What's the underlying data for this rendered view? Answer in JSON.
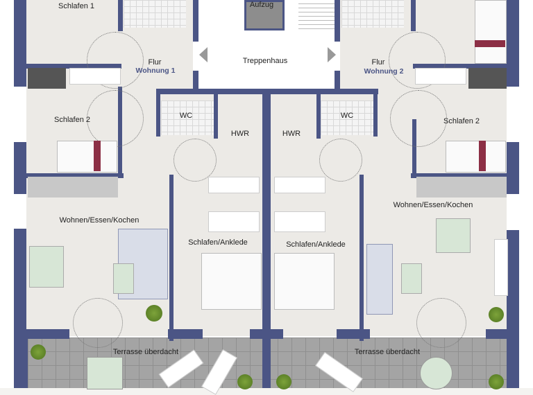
{
  "colors": {
    "wall": "#4b5585",
    "floor": "#eceae6",
    "terrace": "#a4a4a4",
    "bedding": "#8c2f45"
  },
  "rooms": {
    "schlafen1": "Schlafen 1",
    "aufzug": "Aufzug",
    "treppenhaus": "Treppenhaus",
    "flur_left": "Flur",
    "wohnung1": "Wohnung 1",
    "flur_right": "Flur",
    "wohnung2": "Wohnung 2",
    "wc_left": "WC",
    "wc_right": "WC",
    "hwr_left": "HWR",
    "hwr_right": "HWR",
    "schlafen2_left": "Schlafen 2",
    "schlafen2_right": "Schlafen 2",
    "wek_left": "Wohnen/Essen/Kochen",
    "wek_right": "Wohnen/Essen/Kochen",
    "anklede_left": "Schlafen/Anklede",
    "anklede_right": "Schlafen/Anklede",
    "terrasse_left": "Terrasse überdacht",
    "terrasse_right": "Terrasse überdacht"
  },
  "icons": {
    "stair_left": "triangle-left-icon",
    "stair_right": "triangle-right-icon"
  }
}
